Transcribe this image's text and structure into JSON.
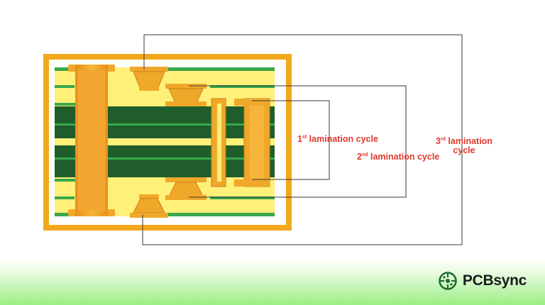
{
  "labels": {
    "cycle1": {
      "ordinal_num": "1",
      "ordinal_suffix": "st",
      "text": " lamination cycle"
    },
    "cycle2": {
      "ordinal_num": "2",
      "ordinal_suffix": "nd",
      "text": " lamination cycle"
    },
    "cycle3": {
      "ordinal_num": "3",
      "ordinal_suffix": "rd",
      "text_line1": " lamination",
      "text_line2": "cycle"
    }
  },
  "brand": {
    "name": "PCBsync",
    "icon": "pcbsync-logo-icon"
  },
  "colors": {
    "annotation_red": "#e0392d",
    "copper": "#f0a82a",
    "copper_dark": "#c77e14",
    "dielectric_yellow": "#fff07a",
    "core_green": "#1f5e2b",
    "trace_green": "#39a84a",
    "board_outline": "#f2a81e",
    "footer_green": "#9cee84"
  }
}
